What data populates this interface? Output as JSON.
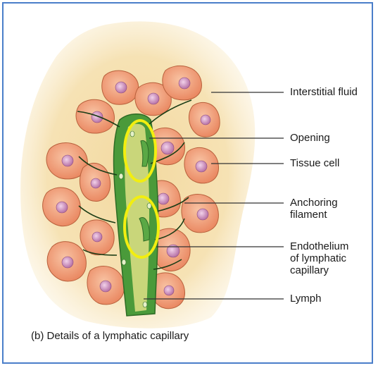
{
  "diagram": {
    "caption": "(b) Details of a lymphatic capillary",
    "labels": {
      "interstitial_fluid": "Interstitial fluid",
      "opening": "Opening",
      "tissue_cell": "Tissue cell",
      "anchoring_filament": "Anchoring\nfilament",
      "endothelium": "Endothelium\nof lymphatic\ncapillary",
      "lymph": "Lymph"
    },
    "colors": {
      "interstitial_fluid": "#f6e2b4",
      "tissue_cell": "#f0a47e",
      "cell_nucleus": "#c888b8",
      "capillary": "#4a9a3a",
      "lymph": "#c9d67a",
      "highlight": "#f2ee10",
      "frame": "#4a7ec9"
    }
  }
}
